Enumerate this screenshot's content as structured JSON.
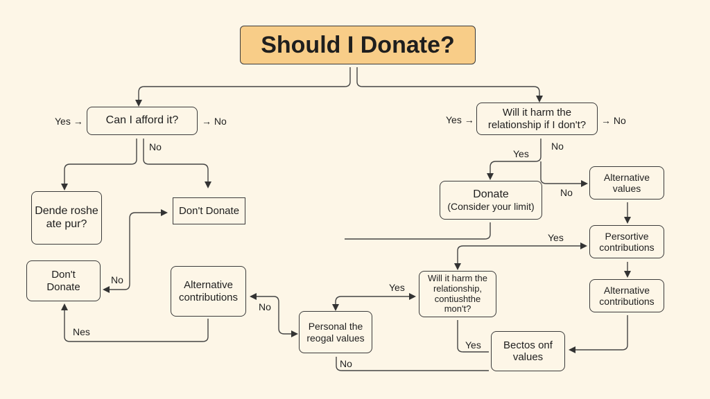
{
  "title": "Should I Donate?",
  "nodes": {
    "afford": "Can I afford it?",
    "harm": "Will it harm the relationship if I don't?",
    "dende": "Dende roshe ate pur?",
    "dont_donate_1": "Don't Donate",
    "dont_donate_2": "Don't Donate",
    "alt_contrib_left": "Alternative contributions",
    "personal_values": "Personal the reogal values",
    "harm_2": "Will it harm the relationship, contiushthe mon't?",
    "bectos": "Bectos onf values",
    "donate_title": "Donate",
    "donate_sub": "(Consider your limit)",
    "alt_values": "Alternative values",
    "persortive": "Persortive contributions",
    "alt_contrib_right": "Alternative contributions"
  },
  "edge_labels": {
    "afford_yes": "Yes →",
    "afford_no": "→ No",
    "afford_down_no": "No",
    "left_no": "No",
    "left_nes": "Nes",
    "alt_no": "No",
    "harm2_yes": "Yes",
    "personal_no": "No",
    "harm2_down_yes": "Yes",
    "persortive_yes": "Yes",
    "harm_yes": "Yes →",
    "harm_no": "→ No",
    "harm_down_yes": "Yes",
    "harm_down_no": "No",
    "alt_values_no": "No"
  },
  "colors": {
    "background": "#fdf6e7",
    "title_fill": "#f8cd88",
    "stroke": "#3a3a3a"
  }
}
